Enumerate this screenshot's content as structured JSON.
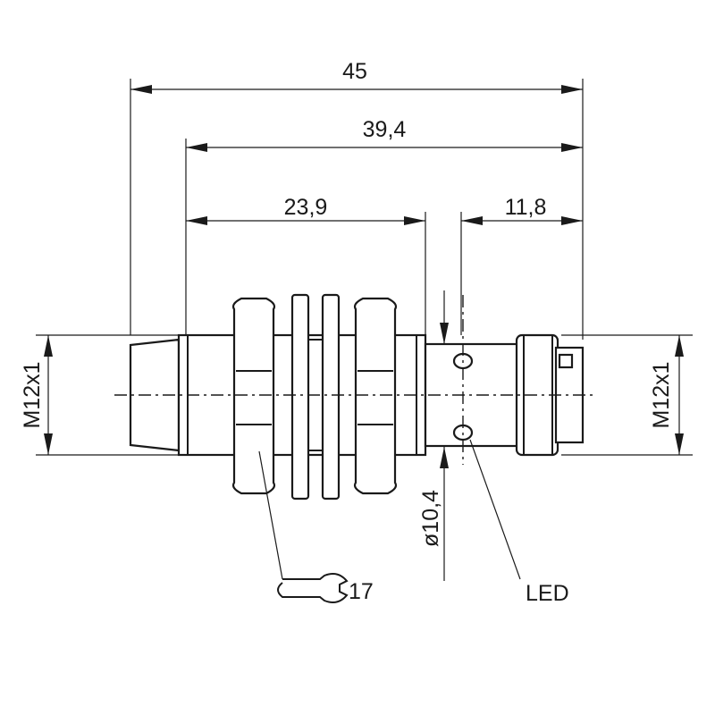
{
  "dimensions": {
    "overall_length": "45",
    "body_length": "39,4",
    "thread_length": "23,9",
    "connector_length": "11,8",
    "thread_left": "M12x1",
    "thread_right": "M12x1",
    "diameter": "ø10,4"
  },
  "callouts": {
    "wrench_size": "17",
    "led": "LED"
  }
}
